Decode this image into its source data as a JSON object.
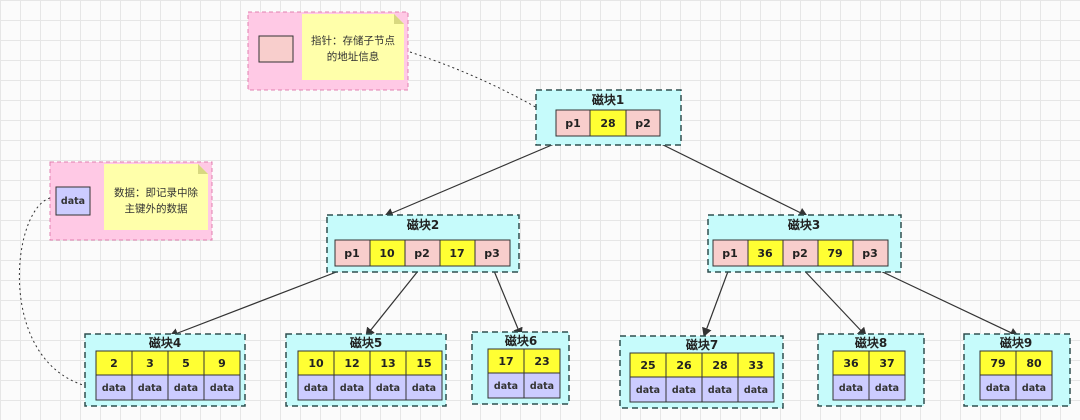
{
  "colors": {
    "block_fill": "#c6fbfb",
    "block_border": "#2f4f4f",
    "pointer_fill": "#f8cecc",
    "key_fill": "#ffff33",
    "data_fill": "#ccccff",
    "legend_fill": "#ffc9e5",
    "legend_border": "#e080b0",
    "sticky_fill": "#ffffaa"
  },
  "legend_pointer": {
    "sample_label": "",
    "note_line1": "指针：存储子节点",
    "note_line2": "的地址信息"
  },
  "legend_data": {
    "sample_label": "data",
    "note_line1": "数据：即记录中除",
    "note_line2": "主键外的数据"
  },
  "blocks": {
    "b1": {
      "title": "磁块1",
      "cells": [
        "p1",
        "28",
        "p2"
      ]
    },
    "b2": {
      "title": "磁块2",
      "cells": [
        "p1",
        "10",
        "p2",
        "17",
        "p3"
      ]
    },
    "b3": {
      "title": "磁块3",
      "cells": [
        "p1",
        "36",
        "p2",
        "79",
        "p3"
      ]
    },
    "b4": {
      "title": "磁块4",
      "keys": [
        "2",
        "3",
        "5",
        "9"
      ],
      "data_label": "data"
    },
    "b5": {
      "title": "磁块5",
      "keys": [
        "10",
        "12",
        "13",
        "15"
      ],
      "data_label": "data"
    },
    "b6": {
      "title": "磁块6",
      "keys": [
        "17",
        "23"
      ],
      "data_label": "data"
    },
    "b7": {
      "title": "磁块7",
      "keys": [
        "25",
        "26",
        "28",
        "33"
      ],
      "data_label": "data"
    },
    "b8": {
      "title": "磁块8",
      "keys": [
        "36",
        "37"
      ],
      "data_label": "data"
    },
    "b9": {
      "title": "磁块9",
      "keys": [
        "79",
        "80"
      ],
      "data_label": "data"
    }
  }
}
